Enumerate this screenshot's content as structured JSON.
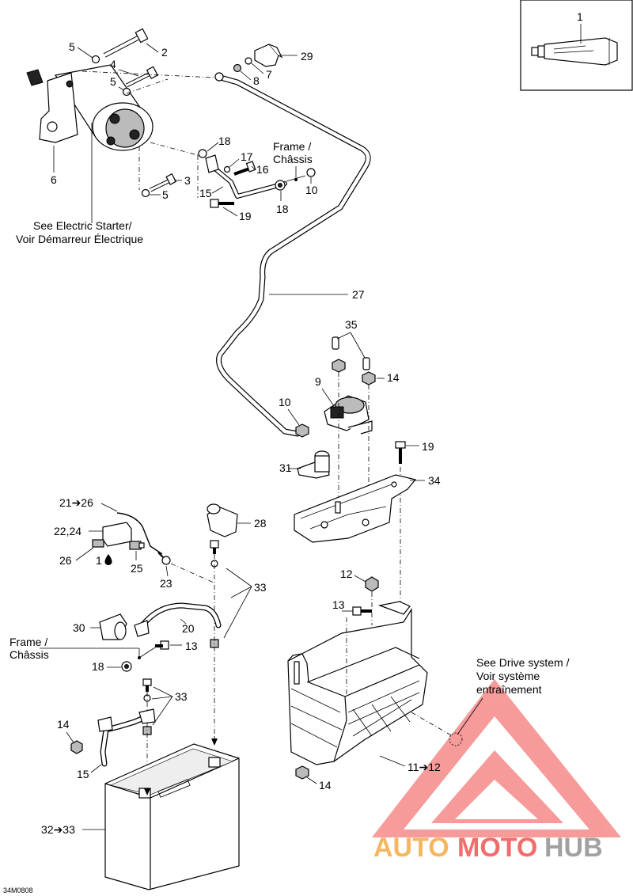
{
  "ref_code": "34M0808",
  "notes": {
    "electric_starter": [
      "See Electric Starter/",
      "Voir Démarreur Électrique"
    ],
    "frame_top": [
      "Frame /",
      "Châssis"
    ],
    "frame_bottom": [
      "Frame /",
      "Châssis"
    ],
    "drive_system": [
      "See Drive system /",
      "Voir système",
      "entraînement"
    ]
  },
  "callouts": {
    "c1": "1",
    "c2": "2",
    "c3": "3",
    "c4": "4",
    "c5a": "5",
    "c5b": "5",
    "c5c": "5",
    "c6": "6",
    "c7": "7",
    "c8": "8",
    "c29": "29",
    "c18a": "18",
    "c17": "17",
    "c16": "16",
    "c15a": "15",
    "c19a": "19",
    "c18b": "18",
    "c10a": "10",
    "c27": "27",
    "c35": "35",
    "c14a": "14",
    "c9": "9",
    "c10b": "10",
    "c19b": "19",
    "c34": "34",
    "c31": "31",
    "c21_26": "21➔26",
    "c22_24": "22,24",
    "c26": "26",
    "c1_drop": "1",
    "c25": "25",
    "c23": "23",
    "c28": "28",
    "c33a": "33",
    "c12": "12",
    "c13a": "13",
    "c30": "30",
    "c20": "20",
    "c13b": "13",
    "c18c": "18",
    "c33b": "33",
    "c14b": "14",
    "c15b": "15",
    "c11_12": "11➔12",
    "c14c": "14",
    "c32_33": "32➔33"
  },
  "watermark": {
    "auto": "AUTO",
    "moto": "MOTO",
    "hub": "HUB"
  },
  "colors": {
    "watermark_red": "#f04848",
    "watermark_orange": "#f3a43a",
    "watermark_gray": "#8a8a8a",
    "line": "#000000"
  }
}
